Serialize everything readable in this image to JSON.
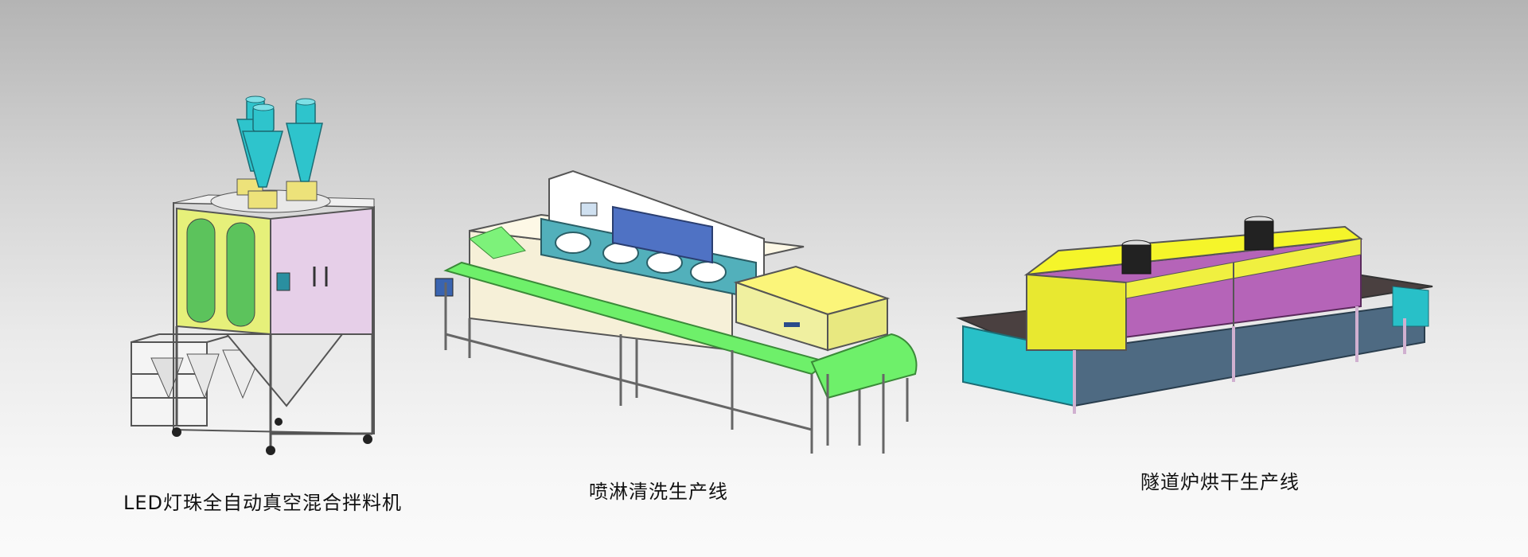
{
  "machines": [
    {
      "caption": "LED灯珠全自动真空混合拌料机"
    },
    {
      "caption": "喷淋清洗生产线"
    },
    {
      "caption": "隧道炉烘干生产线"
    }
  ]
}
